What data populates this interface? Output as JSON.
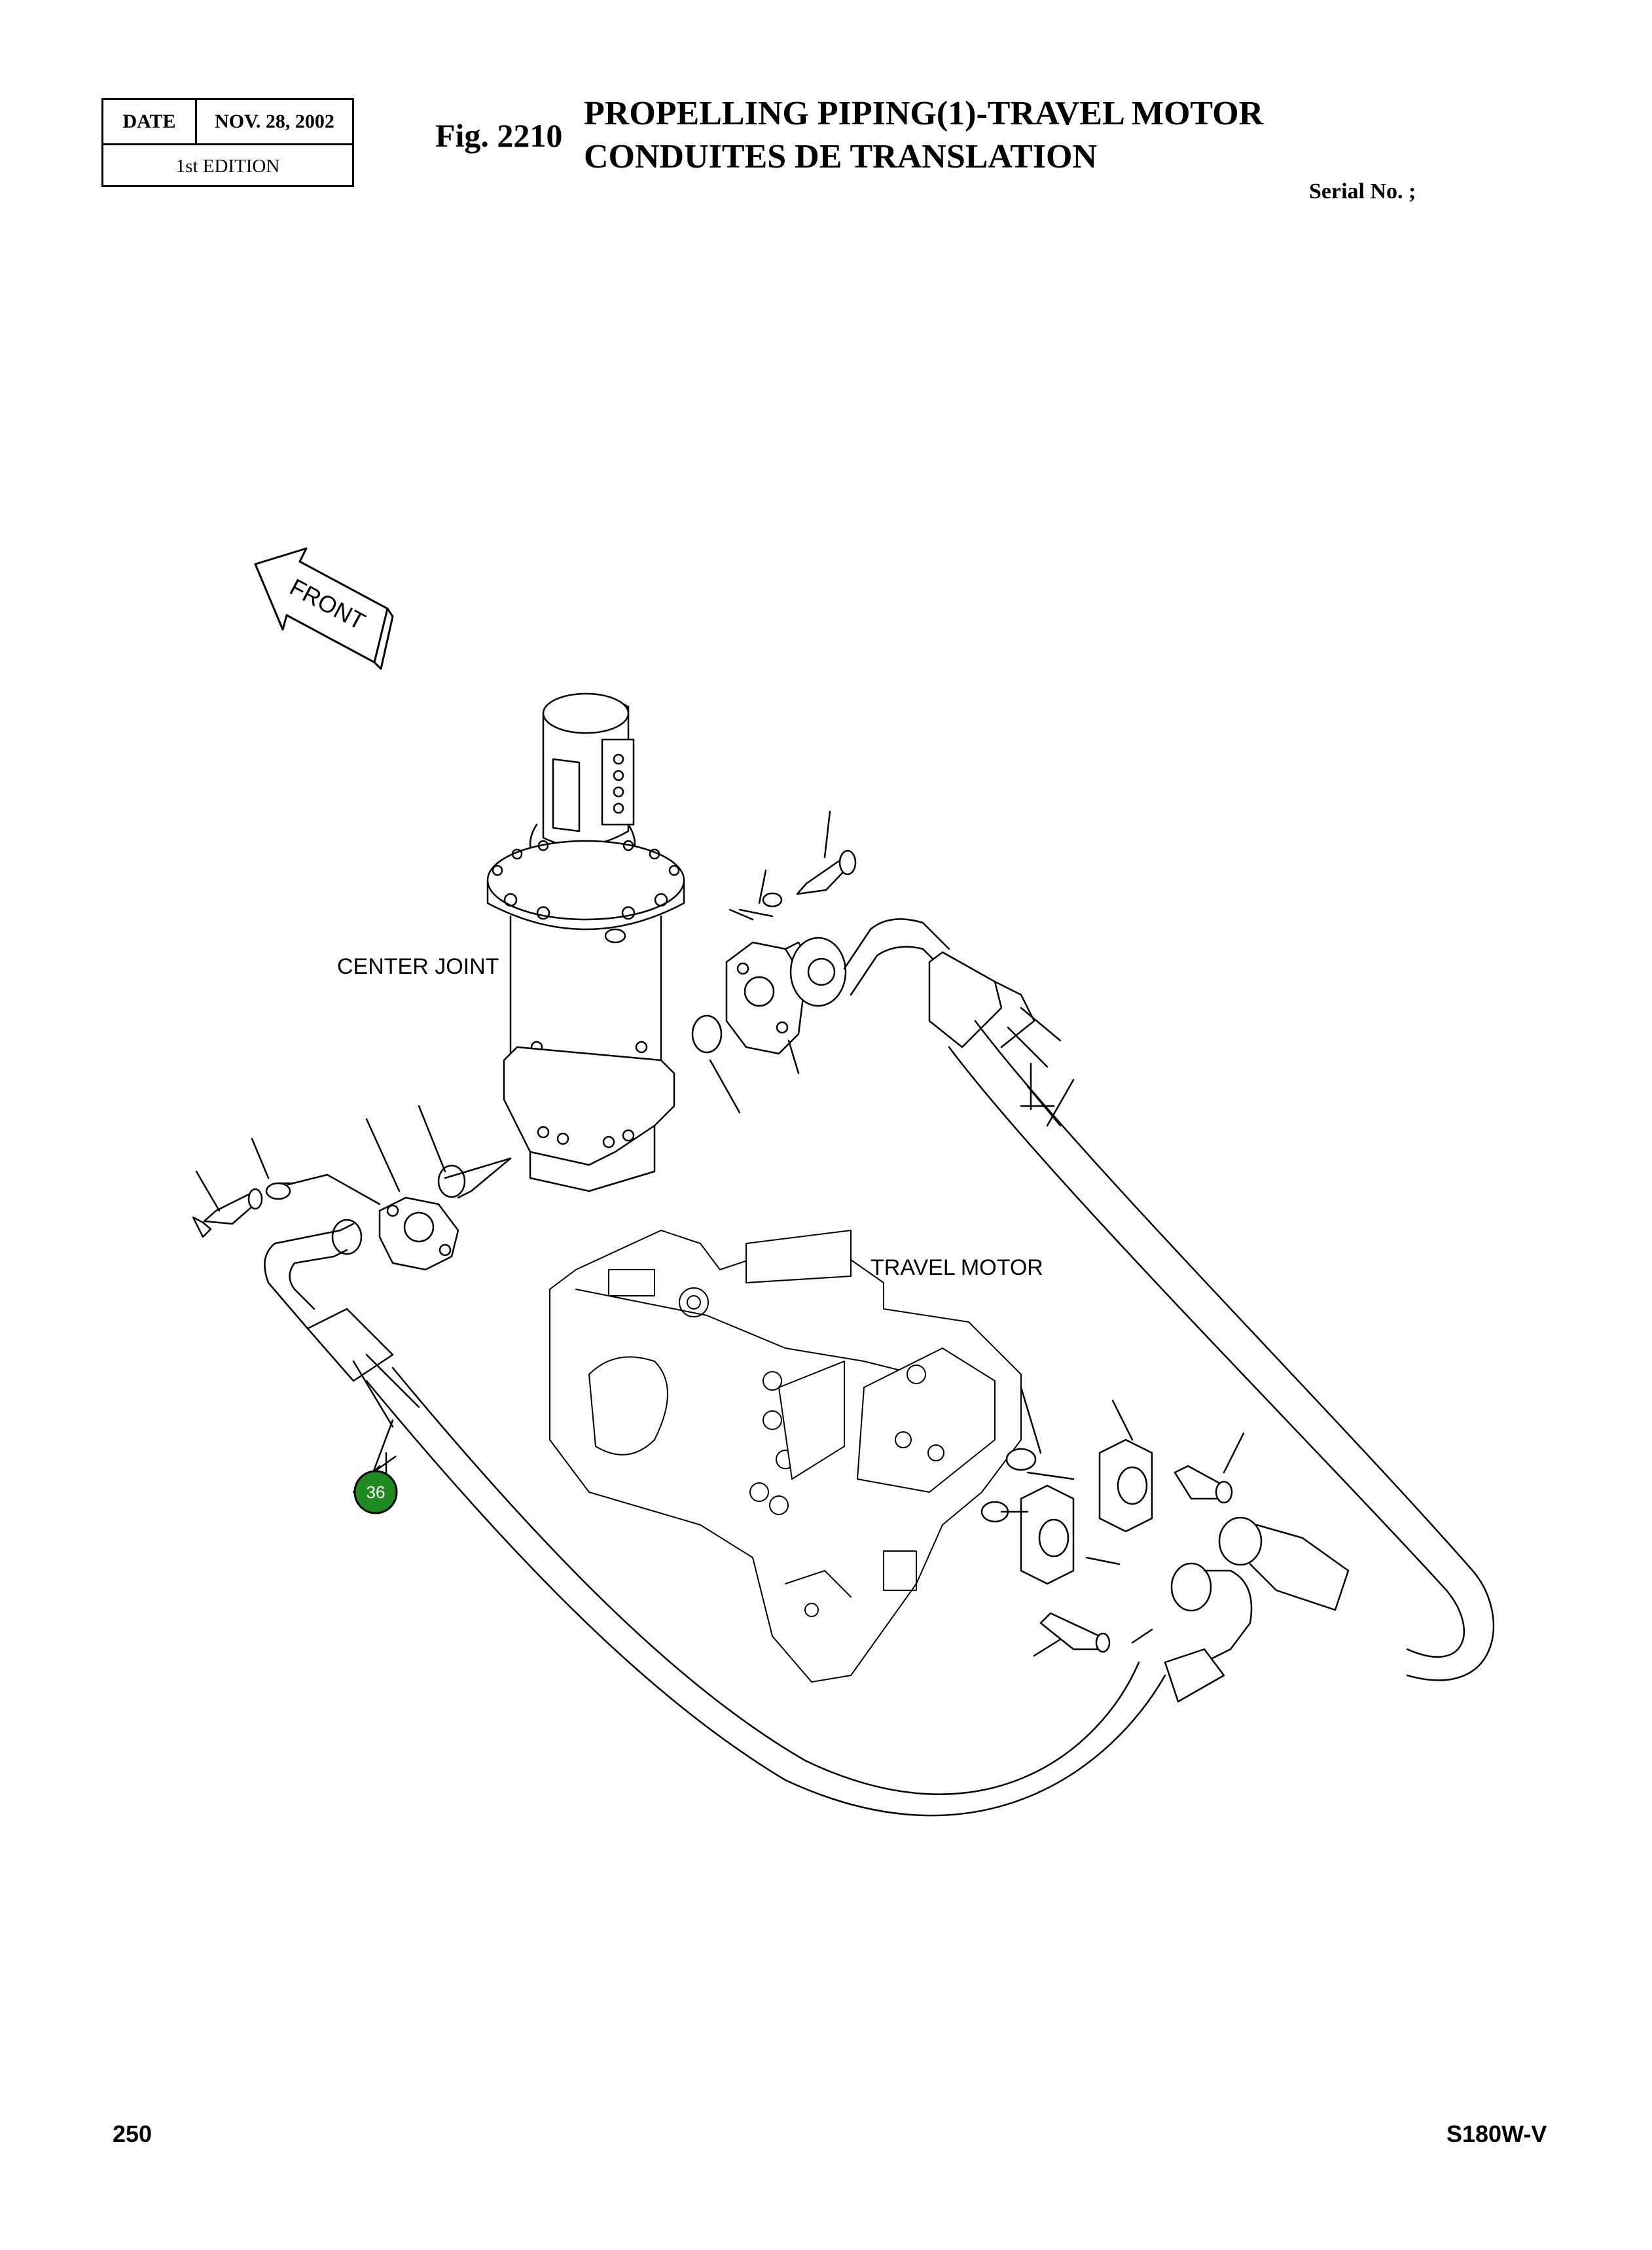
{
  "header": {
    "date_label": "DATE",
    "date_value": "NOV. 28, 2002",
    "edition": "1st EDITION",
    "fig_number": "Fig. 2210",
    "title_en": "PROPELLING PIPING(1)-TRAVEL MOTOR",
    "title_fr": "CONDUITES DE TRANSLATION",
    "serial": "Serial No. ;"
  },
  "diagram": {
    "front_label": "FRONT",
    "center_joint_label": "CENTER JOINT",
    "travel_motor_label": "TRAVEL MOTOR",
    "callout": "36",
    "callout_color": "#1f8a24"
  },
  "footer": {
    "page_number": "250",
    "model": "S180W-V"
  }
}
